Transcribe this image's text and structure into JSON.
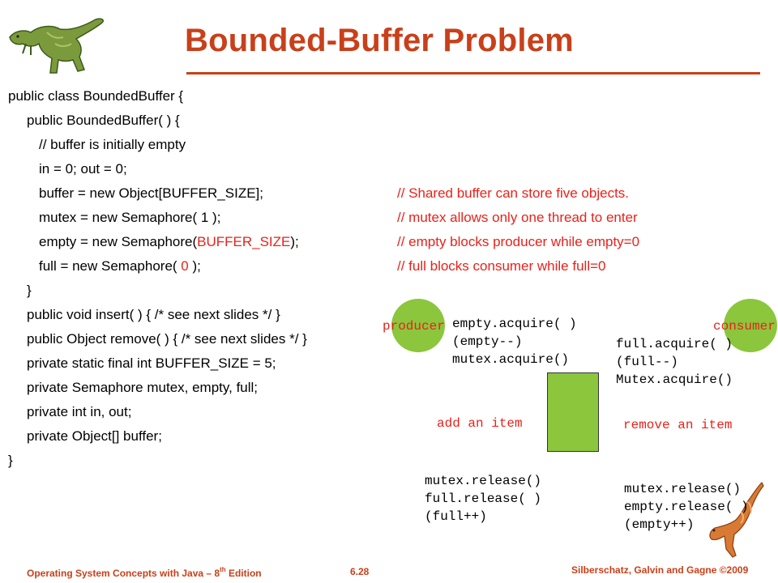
{
  "slide": {
    "title": "Bounded-Buffer Problem",
    "code_lines": [
      "public class BoundedBuffer  {",
      "public BoundedBuffer( ) {",
      "// buffer is initially empty",
      "in = 0;  out = 0;",
      "buffer = new Object[BUFFER_SIZE];",
      "mutex = new Semaphore( 1 );",
      "empty = new Semaphore(",
      "BUFFER_SIZE",
      ");",
      "full = new Semaphore( ",
      "0",
      " );",
      "}",
      "public void insert( ) { /* see next slides */  }",
      "public Object remove( ) { /* see next slides */  }",
      "private static final int   BUFFER_SIZE = 5;",
      "private Semaphore mutex, empty, full;",
      "private int in, out;",
      "private Object[] buffer;",
      "}"
    ],
    "comments": [
      "// Shared buffer can store five objects.",
      "// mutex allows only one thread to enter",
      "// empty blocks producer while empty=0",
      "// full blocks consumer while full=0"
    ],
    "producer": {
      "label": "producer",
      "pre": [
        "empty.acquire( )",
        "(empty--)",
        "mutex.acquire()"
      ],
      "action": "add an item",
      "post": [
        "mutex.release()",
        "full.release( )",
        "(full++)"
      ]
    },
    "consumer": {
      "label": "consumer",
      "pre": [
        "full.acquire( )",
        "(full--)",
        "Mutex.acquire()"
      ],
      "action": "remove an item",
      "post": [
        "mutex.release()",
        "empty.release( )",
        "(empty++)"
      ]
    },
    "buffer_fill": "#8bc63c"
  },
  "footer": {
    "left": "Operating System Concepts  with Java – 8",
    "left_sup": "th",
    "left_tail": " Edition",
    "center": "6.28",
    "right": "Silberschatz, Galvin and Gagne ©2009"
  },
  "colors": {
    "accent": "#c8401a",
    "highlight": "#e8221a",
    "green": "#8bc63c"
  }
}
